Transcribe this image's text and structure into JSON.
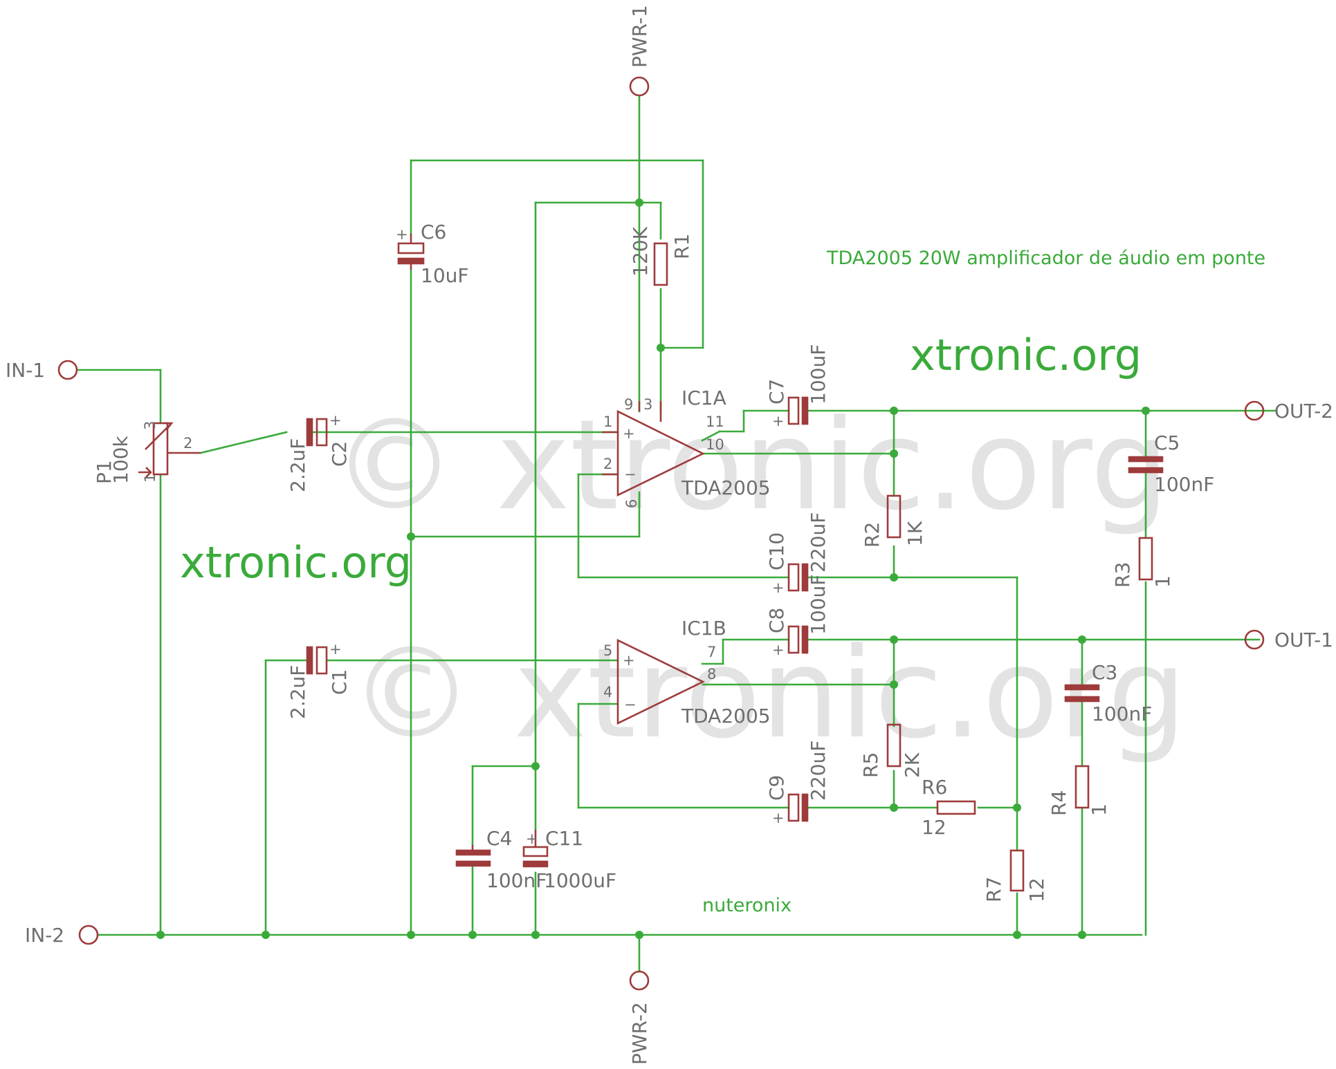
{
  "title": "TDA2005 20W amplificador de áudio em ponte",
  "watermark_lines": [
    "© xtronic.org",
    "© xtronic.org"
  ],
  "site_labels": [
    "xtronic.org",
    "xtronic.org"
  ],
  "author": "nuteronix",
  "colors": {
    "wire": "#3aaa3a",
    "part": "#9e3b3b",
    "text": "#6e6e6e",
    "watermark": "#e3e3e3"
  },
  "connectors": {
    "pwr1": "PWR-1",
    "pwr2": "PWR-2",
    "in1": "IN-1",
    "in2": "IN-2",
    "out1": "OUT-1",
    "out2": "OUT-2"
  },
  "ic1a": {
    "name": "IC1A",
    "part": "TDA2005",
    "pins": {
      "p1": "1",
      "p2": "2",
      "p3": "3",
      "p9": "9",
      "p6": "6",
      "p10": "10",
      "p11": "11"
    }
  },
  "ic1b": {
    "name": "IC1B",
    "part": "TDA2005",
    "pins": {
      "p5": "5",
      "p4": "4",
      "p7": "7",
      "p8": "8"
    }
  },
  "p1": {
    "name": "P1",
    "value": "100k",
    "pins": {
      "a": "3",
      "w": "2",
      "b": "1"
    }
  },
  "capacitors": {
    "c1": {
      "name": "C1",
      "value": "2.2uF"
    },
    "c2": {
      "name": "C2",
      "value": "2.2uF"
    },
    "c3": {
      "name": "C3",
      "value": "100nF"
    },
    "c4": {
      "name": "C4",
      "value": "100nF"
    },
    "c5": {
      "name": "C5",
      "value": "100nF"
    },
    "c6": {
      "name": "C6",
      "value": "10uF"
    },
    "c7": {
      "name": "C7",
      "value": "100uF"
    },
    "c8": {
      "name": "C8",
      "value": "100uF"
    },
    "c9": {
      "name": "C9",
      "value": "220uF"
    },
    "c10": {
      "name": "C10",
      "value": "220uF"
    },
    "c11": {
      "name": "C11",
      "value": "1000uF"
    }
  },
  "resistors": {
    "r1": {
      "name": "R1",
      "value": "120K"
    },
    "r2": {
      "name": "R2",
      "value": "1K"
    },
    "r3": {
      "name": "R3",
      "value": "1"
    },
    "r4": {
      "name": "R4",
      "value": "1"
    },
    "r5": {
      "name": "R5",
      "value": "2K"
    },
    "r6": {
      "name": "R6",
      "value": "12"
    },
    "r7": {
      "name": "R7",
      "value": "12"
    }
  },
  "plus_sign": "+",
  "minus_sign": "−"
}
